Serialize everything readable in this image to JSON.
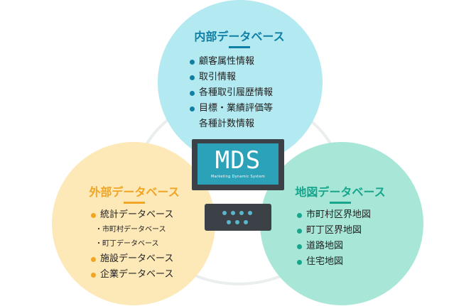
{
  "colors": {
    "inner_circle": "#b3e9f0",
    "outer_circle": "#fde8b7",
    "map_circle": "#a8e7d7",
    "inner_accent": "#0f7fa6",
    "outer_accent": "#f0a524",
    "map_accent": "#17a68c",
    "monitor": "#3c4147",
    "screen": "#2ba2b8"
  },
  "center": {
    "logo": "MDS",
    "subtitle": "Marketing Dynamic System"
  },
  "internal": {
    "title": "内部データベース",
    "items": [
      "顧客属性情報",
      "取引情報",
      "各種取引履歴情報",
      "目標・業績評価等"
    ],
    "continuation": "各種計数情報"
  },
  "external": {
    "title": "外部データベース",
    "item1": "統計データベース",
    "sub1": "市町村データベース",
    "sub2": "町丁データベース",
    "item2": "施設データベース",
    "item3": "企業データベース",
    "sub_marker": "・"
  },
  "map": {
    "title": "地図データベース",
    "items": [
      "市町村区界地図",
      "町丁区界地図",
      "道路地図",
      "住宅地図"
    ]
  }
}
